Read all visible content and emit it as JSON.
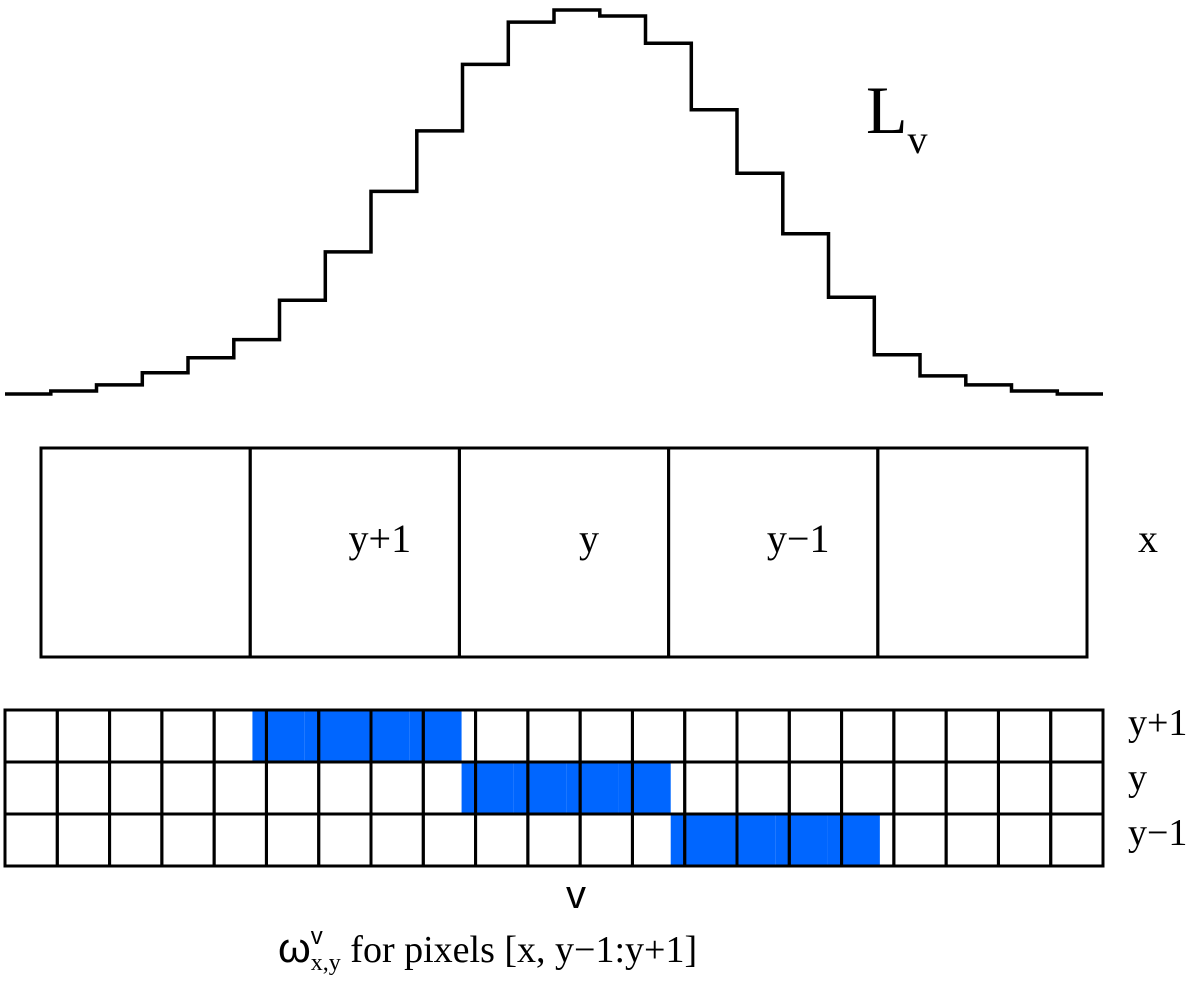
{
  "diagram": {
    "profile_label": {
      "main": "L",
      "sub": "v"
    },
    "profile_levels": [
      0,
      1,
      3,
      7,
      12,
      18,
      31,
      47,
      67,
      87,
      109,
      123,
      127,
      125,
      116,
      94,
      73,
      53,
      32,
      13,
      6,
      3,
      1,
      0
    ],
    "top_row": {
      "cell_labels": [
        "",
        "y+1",
        "y",
        "y−1",
        ""
      ],
      "side_label": "x"
    },
    "bottom_grid": {
      "columns": 21,
      "rows": [
        {
          "label": "y+1",
          "highlight": [
            5,
            6,
            7,
            8
          ]
        },
        {
          "label": "y",
          "highlight": [
            9,
            10,
            11,
            12
          ]
        },
        {
          "label": "y−1",
          "highlight": [
            13,
            14,
            15,
            16
          ]
        }
      ],
      "highlight_color": "#0066ff",
      "axis_label": "v"
    },
    "caption": {
      "symbol": "ω",
      "superscript": "v",
      "subscript": "x,y",
      "rest": " for pixels [x, y−1:y+1]"
    }
  }
}
